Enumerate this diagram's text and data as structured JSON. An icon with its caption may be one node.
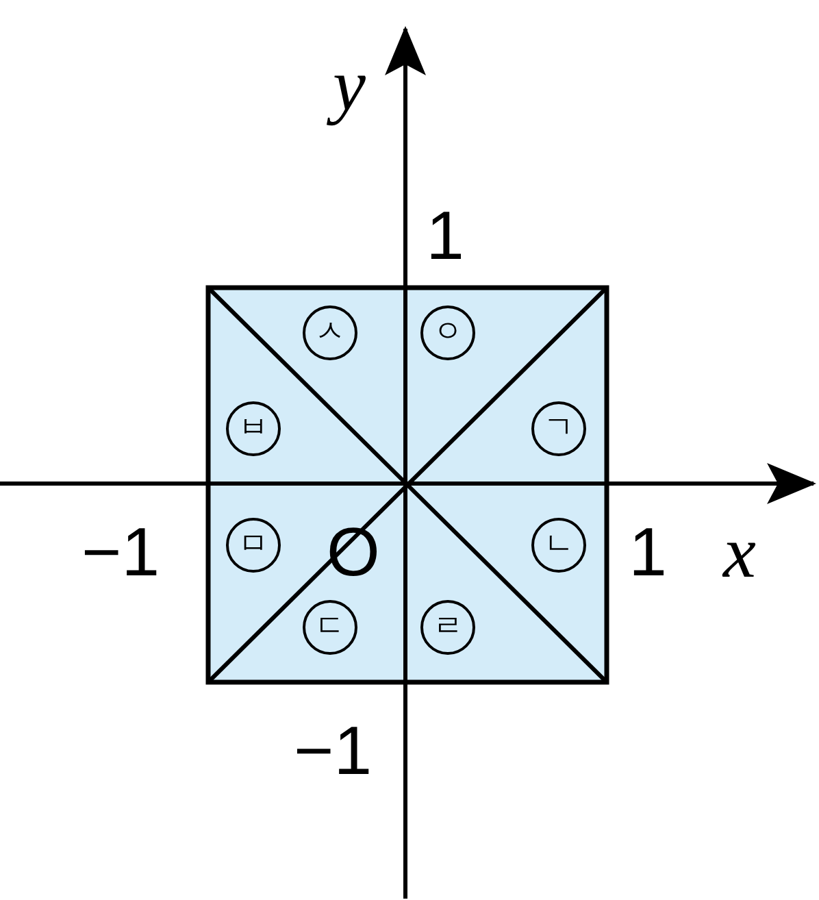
{
  "diagram": {
    "nodes": [
      {
        "text": [
          "ㅅ"
        ]
      },
      {
        "text": [
          "ㅇ"
        ]
      },
      {
        "text": [
          "ㅂ"
        ]
      },
      {
        "text": [
          "ㄱ"
        ]
      },
      {
        "text": [
          "ㅁ"
        ]
      },
      {
        "text": [
          "ㄴ"
        ]
      },
      {
        "text": [
          "ㄷ"
        ]
      },
      {
        "text": [
          "ㄹ"
        ]
      }
    ],
    "labels": [
      "y",
      "1",
      "−1",
      "O",
      "1",
      "x",
      "−1"
    ]
  }
}
